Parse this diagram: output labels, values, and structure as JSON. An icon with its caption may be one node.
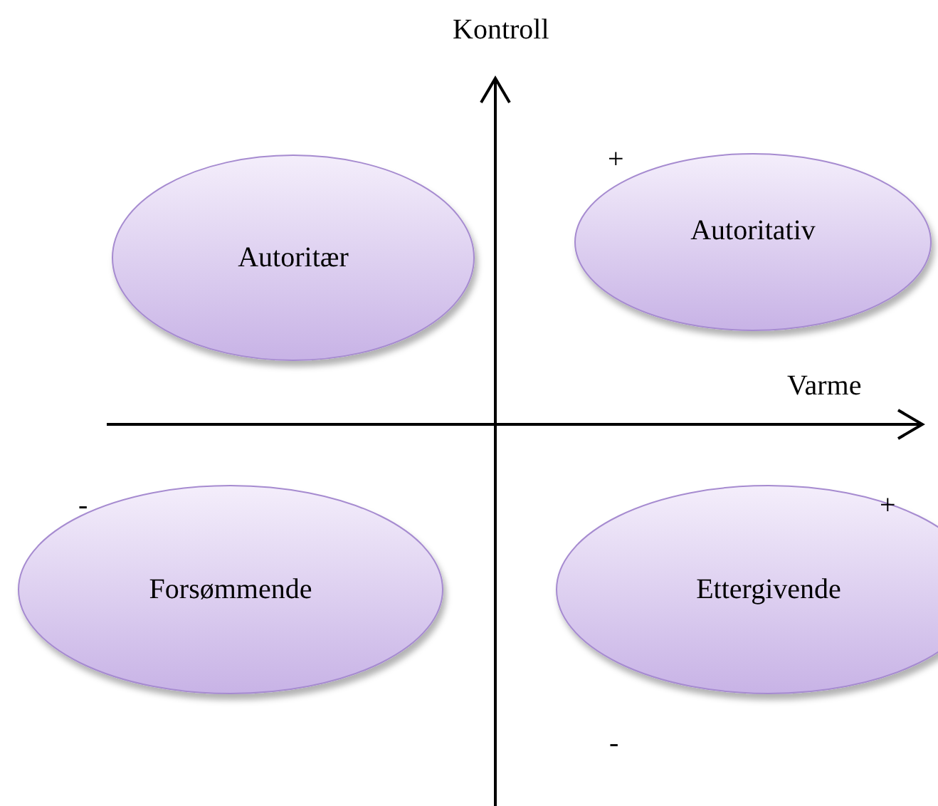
{
  "diagram": {
    "nodes": [
      {
        "text": [
          "Autoritær"
        ]
      },
      {
        "text": [
          "Autoritativ"
        ]
      },
      {
        "text": [
          "Forsømmende"
        ]
      },
      {
        "text": [
          "Ettergivende"
        ]
      }
    ],
    "labels": [
      "Kontroll",
      "+",
      "Varme",
      "-",
      "+",
      "-"
    ]
  }
}
